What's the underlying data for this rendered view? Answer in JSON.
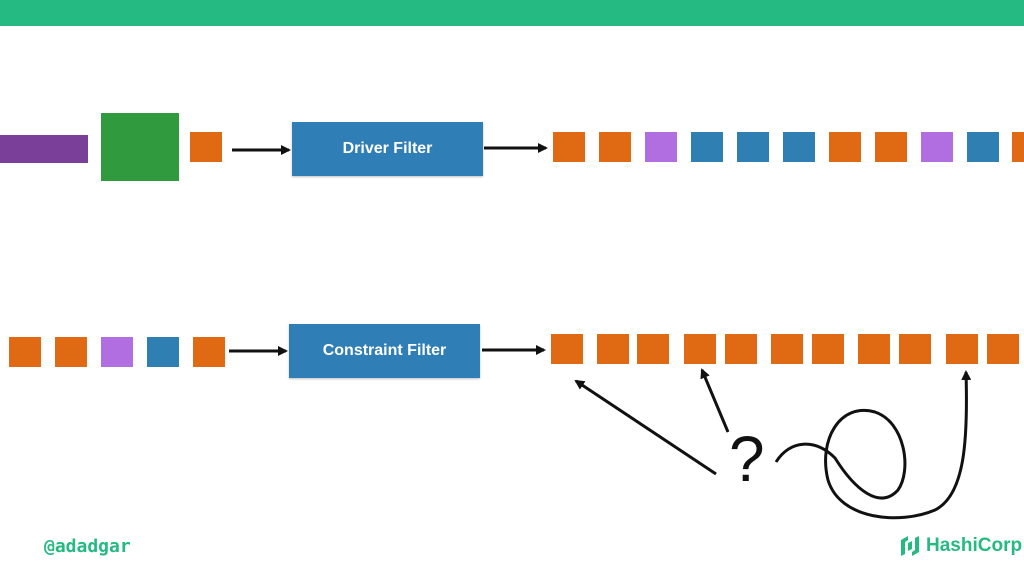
{
  "colors": {
    "brand": "#25ba81",
    "orange": "#e06a14",
    "blue": "#2f7fb2",
    "purple": "#b16ee0",
    "dark_purple": "#7a3f99",
    "green": "#2f9b3e",
    "filter_box": "#2f7fb6",
    "arrow": "#111111"
  },
  "row1": {
    "input_blocks": [
      "dark-purple",
      "green",
      "orange"
    ],
    "filter_label": "Driver Filter",
    "output_blocks": [
      "orange",
      "orange",
      "purple",
      "blue",
      "blue",
      "blue",
      "orange",
      "orange",
      "purple",
      "blue",
      "orange"
    ]
  },
  "row2": {
    "input_blocks": [
      "orange",
      "orange",
      "purple",
      "blue",
      "orange"
    ],
    "filter_label": "Constraint Filter",
    "output_blocks": [
      "orange",
      "orange",
      "orange",
      "orange",
      "orange",
      "orange",
      "orange",
      "orange",
      "orange",
      "orange",
      "orange"
    ]
  },
  "question_mark": "?",
  "footer": {
    "handle": "@adadgar",
    "brand": "HashiCorp"
  }
}
